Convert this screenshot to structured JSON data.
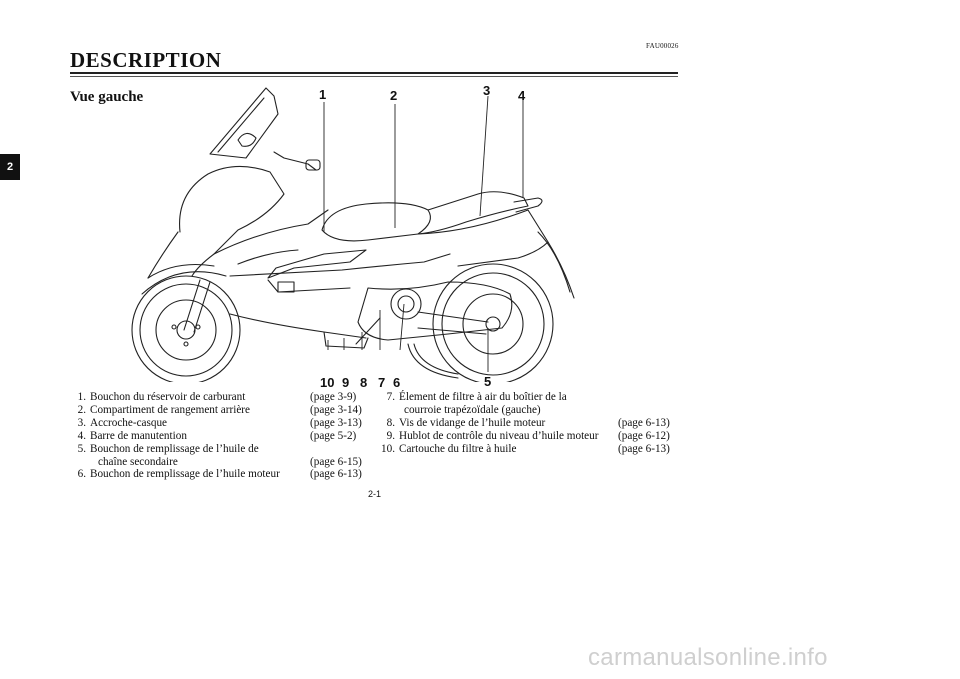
{
  "header": {
    "code": "FAU00026",
    "title": "DESCRIPTION"
  },
  "section_tab": "2",
  "subtitle": "Vue gauche",
  "callouts": [
    "1",
    "2",
    "3",
    "4",
    "5",
    "10",
    "9",
    "8",
    "7",
    "6"
  ],
  "legend_left": [
    {
      "num": "1.",
      "label": "Bouchon du réservoir de carburant",
      "page": "(page 3-9)"
    },
    {
      "num": "2.",
      "label": "Compartiment de rangement arrière",
      "page": "(page 3-14)"
    },
    {
      "num": "3.",
      "label": "Accroche-casque",
      "page": "(page 3-13)"
    },
    {
      "num": "4.",
      "label": "Barre de manutention",
      "page": "(page 5-2)"
    },
    {
      "num": "5.",
      "label": "Bouchon de remplissage de l’huile de",
      "page": ""
    },
    {
      "num": "",
      "label": "chaîne secondaire",
      "page": "(page 6-15)"
    },
    {
      "num": "6.",
      "label": "Bouchon de remplissage de l’huile moteur",
      "page": "(page 6-13)"
    }
  ],
  "legend_right": [
    {
      "num": "7.",
      "label": "Élement de filtre à air du boîtier de la",
      "page": ""
    },
    {
      "num": "",
      "label": "courroie trapézoïdale (gauche)",
      "page": ""
    },
    {
      "num": "8.",
      "label": "Vis de vidange de l’huile moteur",
      "page": "(page 6-13)"
    },
    {
      "num": "9.",
      "label": "Hublot de contrôle du niveau d’huile moteur",
      "page": "(page 6-12)"
    },
    {
      "num": "10.",
      "label": "Cartouche du filtre à huile",
      "page": "(page 6-13)"
    }
  ],
  "page_number": "2-1",
  "watermark": "carmanualsonline.info"
}
